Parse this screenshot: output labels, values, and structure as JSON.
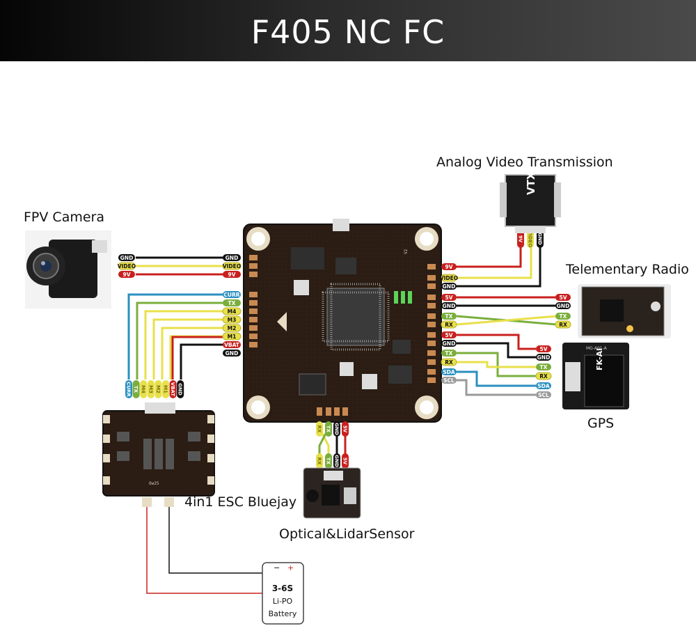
{
  "header": {
    "title": "F405 NC FC"
  },
  "labels": {
    "fpv_camera": "FPV Camera",
    "vtx": "Analog Video Transmission",
    "radio": "Telementary Radio",
    "gps": "GPS",
    "esc": "4in1 ESC Bluejay",
    "sensor": "Optical&LidarSensor"
  },
  "battery": {
    "line1": "3-6S",
    "line2": "Li-PO",
    "line3": "Battery",
    "minus": "−",
    "plus": "+"
  },
  "camera_pins": [
    "GND",
    "VIDEO",
    "9V"
  ],
  "esc_pins_fc": [
    "CURR",
    "TX",
    "M4",
    "M3",
    "M2",
    "M1",
    "VBAT",
    "GND"
  ],
  "esc_pins_esc": [
    "CURR",
    "TX",
    "M4",
    "M3",
    "M2",
    "M1",
    "VBAT",
    "GND"
  ],
  "vtx_pins_fc": [
    "9V",
    "VIDEO",
    "GND"
  ],
  "vtx_pins_dev": [
    "9V",
    "VIDEO",
    "GND"
  ],
  "radio_pins_fc": [
    "5V",
    "GND",
    "TX",
    "RX"
  ],
  "radio_pins_dev": [
    "5V",
    "GND",
    "TX",
    "RX"
  ],
  "gps_pins_fc": [
    "5V",
    "GND",
    "TX",
    "RX",
    "SDA",
    "SCL"
  ],
  "gps_pins_dev": [
    "5V",
    "GND",
    "TX",
    "RX",
    "SDA",
    "SCL"
  ],
  "sensor_pins_fc": [
    "RX",
    "TX",
    "GND",
    "5V"
  ],
  "sensor_pins_dev": [
    "RX",
    "TX",
    "GND",
    "5V"
  ],
  "board_text": {
    "fc_version": "V2",
    "vtx_module": "VTX",
    "gps_module": "FK-AI",
    "gps_model": "MG-A01-A",
    "esc_model": "Ow25"
  },
  "colors": {
    "gnd": "#111111",
    "video": "#e8e04a",
    "power": "#c8201e",
    "curr": "#2a8fc0",
    "tx": "#7aae3c",
    "motor": "#e8e04a",
    "rx": "#e8e04a",
    "sda": "#2a8fc0",
    "scl": "#9a9a9a"
  }
}
